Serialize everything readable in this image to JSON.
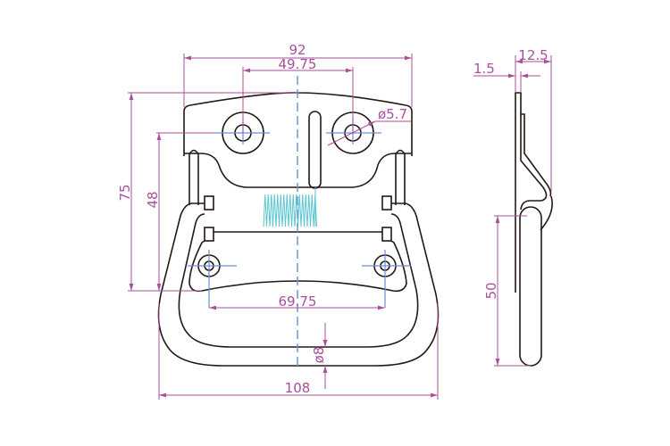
{
  "drawing": {
    "dimensions": {
      "overall_width_top": "92",
      "hole_spacing_top": "49.75",
      "hole_diameter": "ø5.7",
      "overall_height": "75",
      "hole_to_bottom": "48",
      "hole_spacing_bottom": "69.75",
      "handle_rod_diameter": "ø8",
      "overall_width_bottom": "108",
      "side_depth": "12.5",
      "plate_thickness": "1.5",
      "handle_length": "50"
    },
    "colors": {
      "outline": "#231815",
      "dimension": "#a8509a",
      "centerline": "#6a8fd0",
      "spring": "#5cc6d0"
    }
  }
}
